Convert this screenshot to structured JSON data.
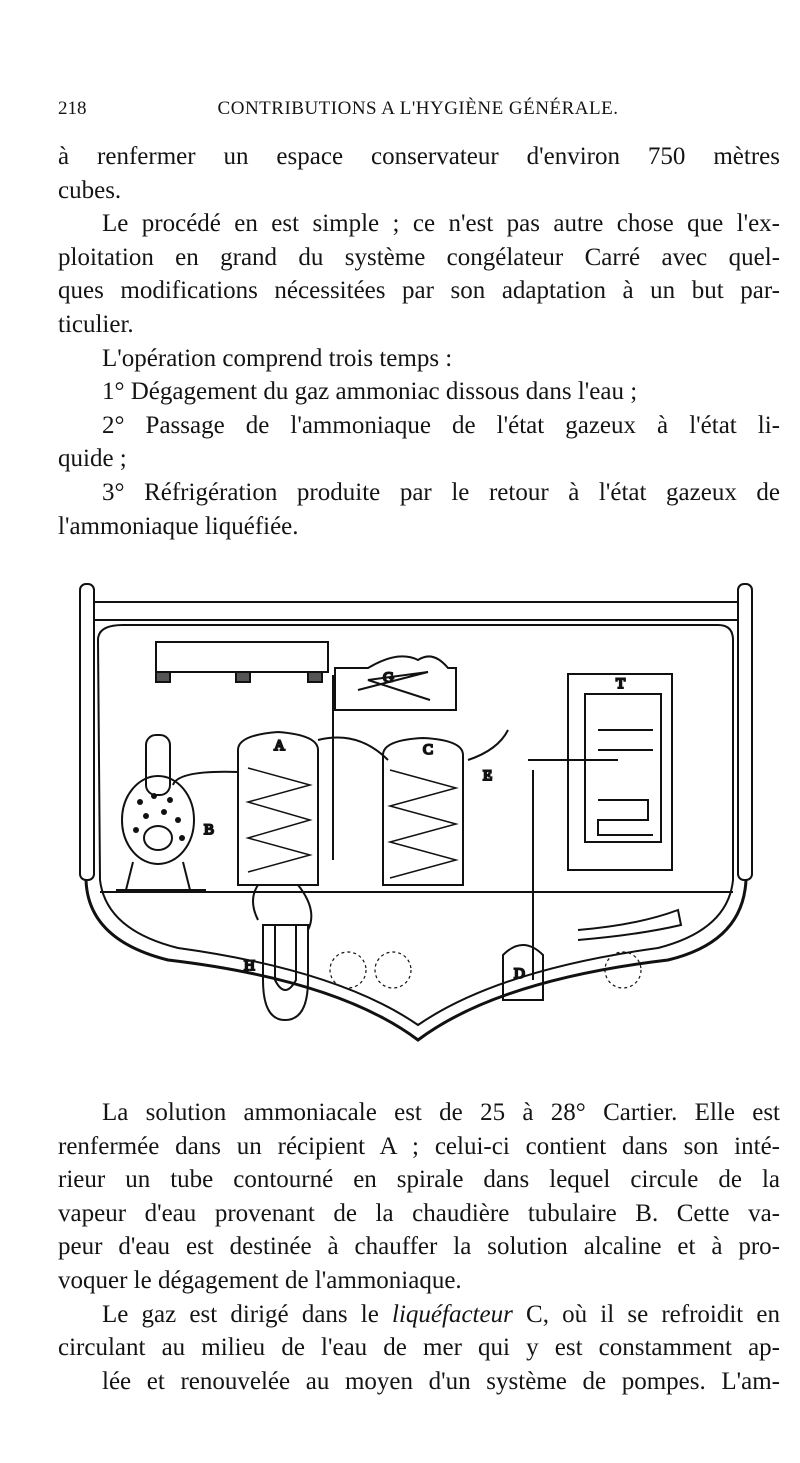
{
  "header": {
    "page_number": "218",
    "running_title": "CONTRIBUTIONS A L'HYGIÈNE GÉNÉRALE."
  },
  "text_top": [
    "à renfermer un espace conservateur d'environ 750 mètres",
    "cubes.",
    "Le procédé en est simple ; ce n'est pas autre chose que l'ex-",
    "ploitation en grand du système congélateur Carré avec quel-",
    "ques modifications nécessitées par son adaptation à un but par-",
    "ticulier.",
    "L'opération comprend trois temps :",
    "1° Dégagement du gaz ammoniac dissous dans l'eau ;",
    "2° Passage de l'ammoniaque de l'état gazeux à l'état li-",
    "quide ;",
    "3° Réfrigération produite par le retour à l'état gazeux de",
    "l'ammoniaque liquéfiée."
  ],
  "figure": {
    "labels": {
      "A": "A",
      "B": "B",
      "C": "C",
      "D": "D",
      "E": "E",
      "G": "G",
      "H": "H",
      "T": "T"
    }
  },
  "text_bottom": [
    "La solution ammoniacale est de 25 à 28° Cartier. Elle est",
    "renfermée dans un récipient A ; celui-ci contient dans son inté-",
    "rieur un tube contourné en spirale dans lequel circule de la",
    "vapeur d'eau provenant de la chaudière tubulaire B. Cette va-",
    "peur d'eau est destinée à chauffer la solution alcaline et à pro-",
    "voquer le dégagement de l'ammoniaque.",
    "Le gaz est dirigé dans le",
    "liquéfacteur",
    "C, où il se refroidit en",
    "circulant au milieu de l'eau de mer qui y est constamment ap-",
    "lée et renouvelée au moyen d'un système de pompes. L'am-"
  ]
}
